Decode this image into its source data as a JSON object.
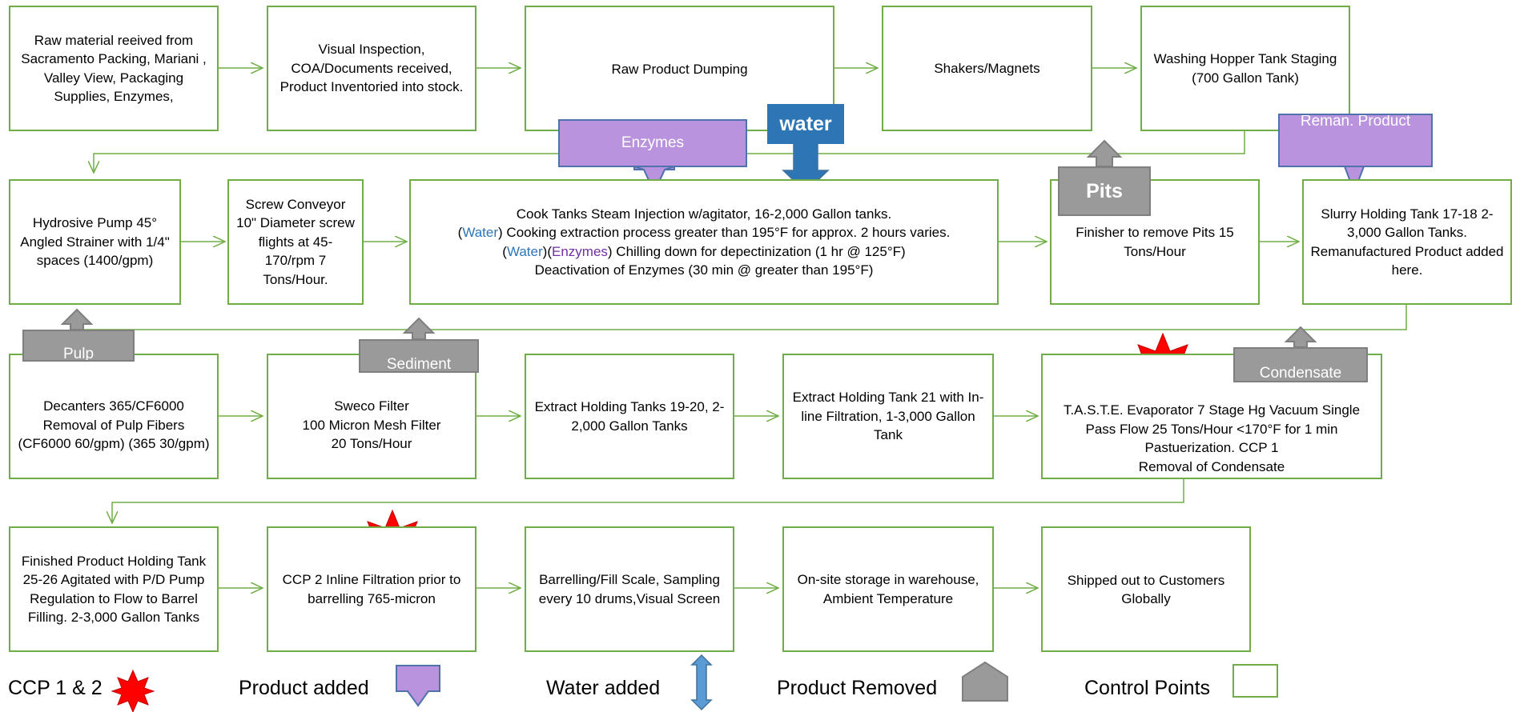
{
  "row1": [
    "Raw material reeived from Sacramento Packing, Mariani , Valley View, Packaging Supplies, Enzymes,",
    "Visual Inspection, COA/Documents received, Product Inventoried into stock.",
    "Raw Product Dumping",
    "Shakers/Magnets",
    "Washing Hopper Tank Staging (700 Gallon Tank)"
  ],
  "row2": {
    "hydrosive": "Hydrosive Pump 45° Angled Strainer with 1/4\" spaces (1400/gpm)",
    "screw": "Screw Conveyor 10\" Diameter screw flights at 45-170/rpm 7 Tons/Hour.",
    "cook": {
      "line1": "Cook Tanks Steam Injection w/agitator, 16-2,000 Gallon tanks.",
      "line2_open": "(",
      "line2_water": "Water",
      "line2_rest": ") Cooking extraction process greater than 195°F for approx. 2 hours varies.",
      "line3_open": "(",
      "line3_water": "Water",
      "line3_mid": ")(",
      "line3_enzymes": "Enzymes",
      "line3_rest": ") Chilling down for depectinization (1 hr @ 125°F)",
      "line4": "Deactivation of Enzymes (30 min @ greater than 195°F)"
    },
    "finisher": "Finisher to remove Pits 15 Tons/Hour",
    "slurry": "Slurry Holding Tank 17-18 2- 3,000 Gallon Tanks. Remanufactured Product added here."
  },
  "row3": [
    "Decanters 365/CF6000 Removal of Pulp Fibers (CF6000 60/gpm) (365 30/gpm)",
    "Sweco Filter\n100 Micron Mesh Filter\n20 Tons/Hour",
    "Extract Holding Tanks 19-20,  2- 2,000 Gallon Tanks",
    "Extract Holding Tank 21 with In-line Filtration, 1-3,000 Gallon Tank",
    "T.A.S.T.E. Evaporator  7 Stage Hg Vacuum Single Pass Flow 25 Tons/Hour <170°F for 1 min Pastuerization. CCP 1\nRemoval of Condensate"
  ],
  "row4": [
    "Finished Product Holding Tank 25-26 Agitated with P/D Pump Regulation to Flow to Barrel Filling. 2-3,000 Gallon Tanks",
    "CCP 2 Inline Filtration prior to barrelling 765-micron",
    "Barrelling/Fill Scale, Sampling every 10 drums,Visual  Screen",
    "On-site storage in warehouse, Ambient Temperature",
    "Shipped out to Customers Globally"
  ],
  "callouts": {
    "enzymes": "Enzymes",
    "water": "water",
    "pits": "Pits",
    "reman": "Reman. Product",
    "pulp": "Pulp",
    "sediment": "Sediment",
    "condensate": "Condensate"
  },
  "stars": {
    "ccp1": "1",
    "ccp2": "2"
  },
  "legend": {
    "ccp": "CCP 1 & 2",
    "product_added": "Product added",
    "water_added": "Water added",
    "product_removed": "Product Removed",
    "control_points": "Control Points"
  },
  "colors": {
    "box_border": "#70ad47",
    "product_added": "#b993de",
    "water": "#2e75b6",
    "removed": "#9a9a9a",
    "star": "#ff0000"
  }
}
